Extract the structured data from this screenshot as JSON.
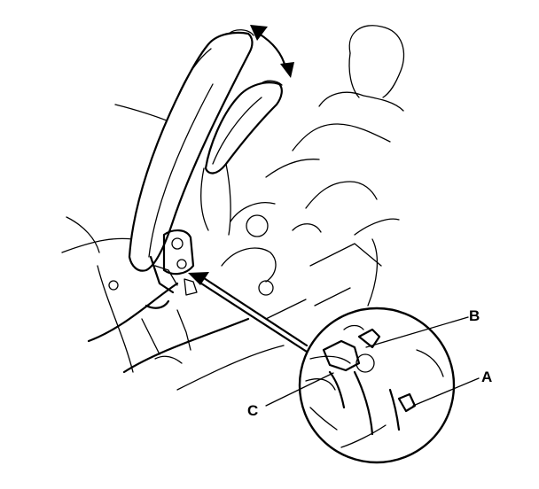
{
  "callouts": {
    "a": "A",
    "b": "B",
    "c": "C"
  },
  "icons": {
    "motion": "double-arrow-icon",
    "magnify": "magnifier-arrow-icon"
  },
  "colors": {
    "ink": "#000000",
    "paper": "#ffffff"
  }
}
